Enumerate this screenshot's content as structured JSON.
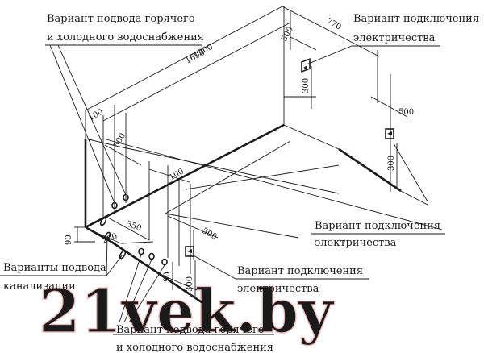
{
  "labels": {
    "water_top_1": "Вариант подвода горячего",
    "water_top_2": "и холодного водоснабжения",
    "elec_top_1": "Вариант подключения",
    "elec_top_2": "электричества",
    "elec_mid_1": "Вариант подключения",
    "elec_mid_2": "электричества",
    "drain_1": "Варианты подвода",
    "drain_2": "канализации",
    "elec_low_1": "Вариант подключения",
    "elec_low_2": "электричества",
    "water_bot_1": "Вариант подвода горячего",
    "water_bot_2": "и холодного водоснабжения"
  },
  "dimensions": {
    "length_overall": "1690",
    "length_inner": "1200",
    "width": "770",
    "d500_top": "500",
    "d300_top": "300",
    "d500_right": "500",
    "d300_right": "300",
    "d100_left": "100",
    "d500_left": "500",
    "d100_center": "100",
    "d350": "350",
    "d200": "200",
    "d90_left": "90",
    "d500_center": "500",
    "d90_bottom": "90",
    "d300_bottom": "300"
  },
  "watermark": "21vek.by"
}
